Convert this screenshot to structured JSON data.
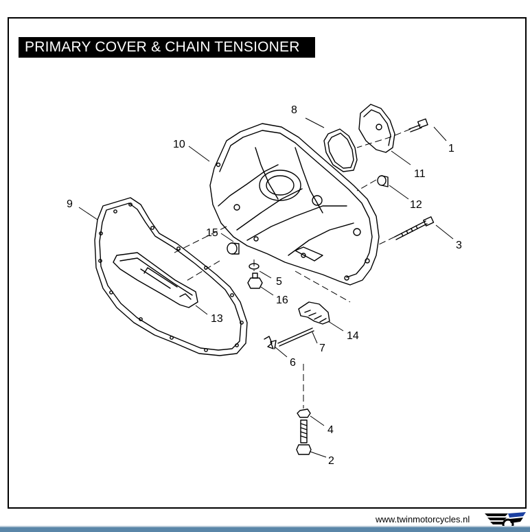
{
  "title": "PRIMARY COVER & CHAIN TENSIONER",
  "callouts": {
    "c1": "1",
    "c2": "2",
    "c3": "3",
    "c4": "4",
    "c5": "5",
    "c6": "6",
    "c7": "7",
    "c8": "8",
    "c9": "9",
    "c10": "10",
    "c11": "11",
    "c12": "12",
    "c13": "13",
    "c14": "14",
    "c15": "15",
    "c16": "16"
  },
  "footer": {
    "url": "www.twinmotorcycles.nl"
  },
  "icons": {
    "logo": "winged-logo-icon"
  },
  "colors": {
    "title_bg": "#000000",
    "title_fg": "#ffffff",
    "footer_bar": "#5a86a8"
  }
}
